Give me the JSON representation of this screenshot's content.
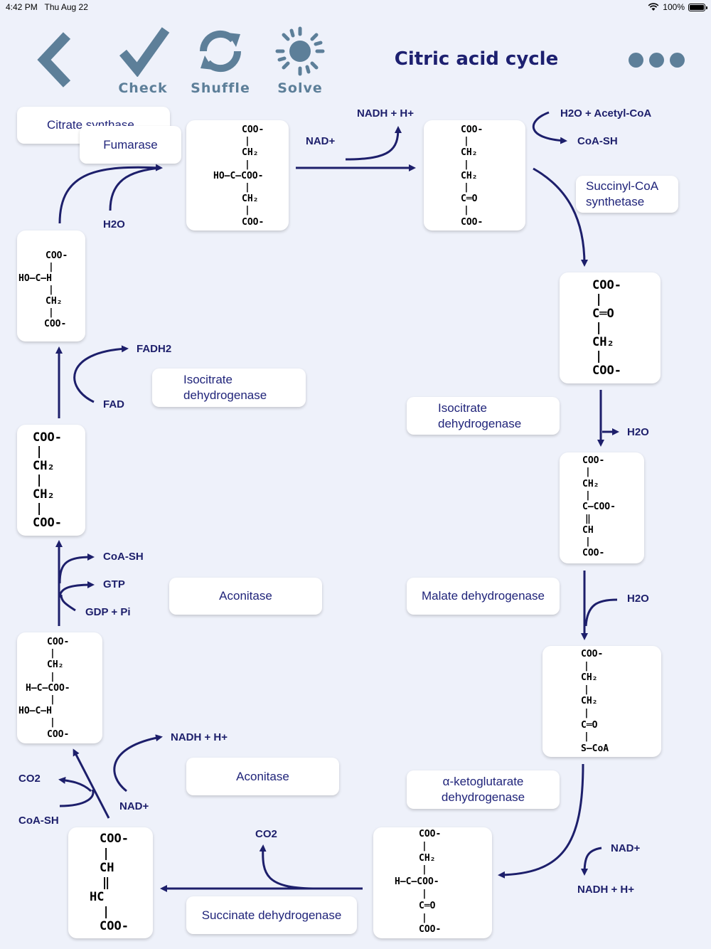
{
  "status_bar": {
    "time": "4:42 PM",
    "date": "Thu Aug 22",
    "battery": "100%"
  },
  "toolbar": {
    "check_label": "Check",
    "shuffle_label": "Shuffle",
    "solve_label": "Solve"
  },
  "title": "Citric acid cycle",
  "enzymes": {
    "citrate_synthase": "Citrate synthase",
    "fumarase": "Fumarase",
    "succinyl_coa_synthetase_l1": "Succinyl-CoA",
    "succinyl_coa_synthetase_l2": "synthetase",
    "isocitrate_dh_a_l1": "Isocitrate",
    "isocitrate_dh_a_l2": "dehydrogenase",
    "isocitrate_dh_b_l1": "Isocitrate",
    "isocitrate_dh_b_l2": "dehydrogenase",
    "aconitase_a": "Aconitase",
    "malate_dh": "Malate dehydrogenase",
    "aconitase_b": "Aconitase",
    "akg_dh_l1": "α-ketoglutarate",
    "akg_dh_l2": "dehydrogenase",
    "succinate_dh": "Succinate dehydrogenase"
  },
  "molecules": {
    "nadh_top": "NADH + H+",
    "nad_top": "NAD+",
    "h2o_acetyl": "H2O + Acetyl-CoA",
    "coash_top": "CoA-SH",
    "h2o_left": "H2O",
    "fadh2": "FADH2",
    "fad": "FAD",
    "h2o_right1": "H2O",
    "h2o_right2": "H2O",
    "coash_left": "CoA-SH",
    "gtp": "GTP",
    "gdp_pi": "GDP + Pi",
    "nadh_bl": "NADH + H+",
    "nad_bl": "NAD+",
    "co2_left": "CO2",
    "coash_bl": "CoA-SH",
    "co2_bottom": "CO2",
    "nad_br": "NAD+",
    "nadh_br": "NADH + H+"
  },
  "structures": {
    "citrate": [
      "COO-",
      "|",
      "CH₂",
      "|",
      "HO—C—COO-",
      "|",
      "CH₂",
      "|",
      "COO-"
    ],
    "oxaloacetate": [
      "COO-",
      "|",
      "CH₂",
      "|",
      "CH₂",
      "|",
      "C═O",
      "|",
      "COO-"
    ],
    "malate": [
      "COO-",
      "|",
      "HO—C—H",
      "|",
      "CH₂",
      "|",
      "COO-"
    ],
    "alpha_ketoglutarate": [
      "COO-",
      "|",
      "C═O",
      "|",
      "CH₂",
      "|",
      "COO-"
    ],
    "succinate": [
      "COO-",
      "|",
      "CH₂",
      "|",
      "CH₂",
      "|",
      "COO-"
    ],
    "cis_aconitate": [
      "COO-",
      "|",
      "CH₂",
      "|",
      "C—COO-",
      "‖",
      "CH",
      "|",
      "COO-"
    ],
    "isocitrate": [
      "COO-",
      "|",
      "CH₂",
      "|",
      "H—C—COO-",
      "|",
      "HO—C—H",
      "|",
      "COO-"
    ],
    "succinyl_coa": [
      "COO-",
      "|",
      "CH₂",
      "|",
      "CH₂",
      "|",
      "C═O",
      "|",
      "S—CoA"
    ],
    "fumarate": [
      "COO-",
      "|",
      "CH",
      "‖",
      "HC",
      "|",
      "COO-"
    ],
    "oxalosuccinate": [
      "COO-",
      "|",
      "CH₂",
      "|",
      "H—C—COO-",
      "|",
      "C═O",
      "|",
      "COO-"
    ]
  }
}
